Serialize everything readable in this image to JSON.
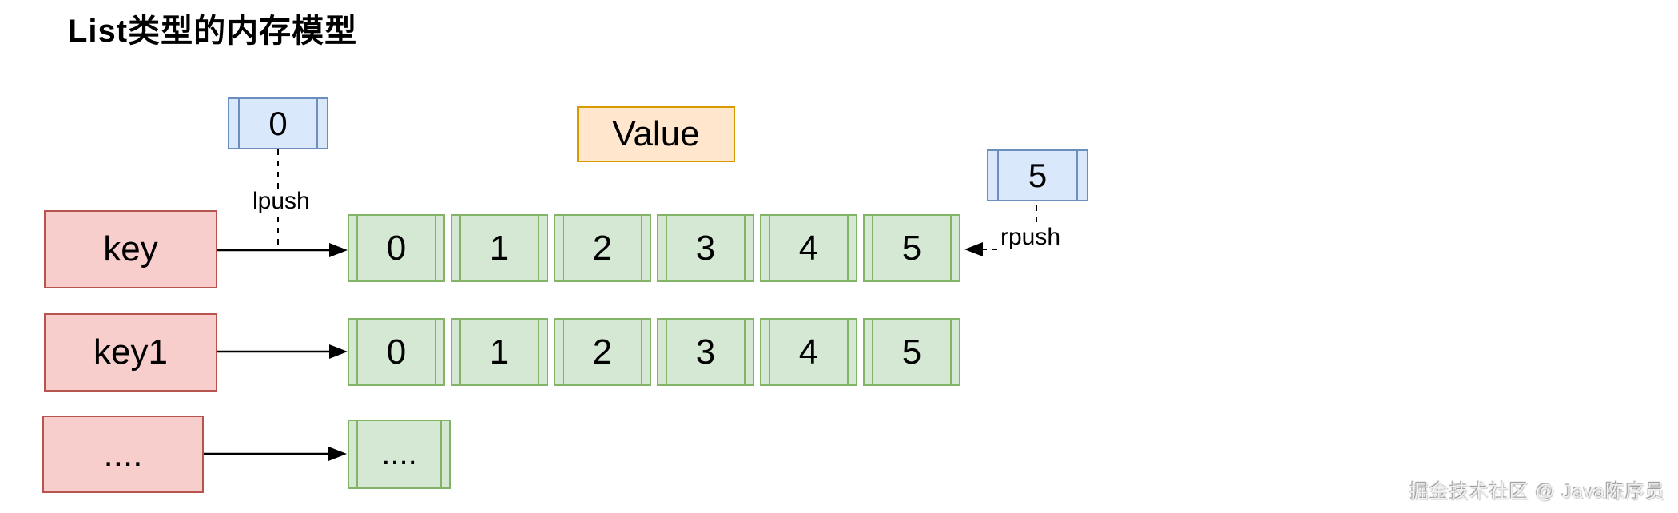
{
  "title": "List类型的内存模型",
  "legend": {
    "index_left": "0",
    "index_right": "5",
    "value_label": "Value",
    "lpush_label": "lpush",
    "rpush_label": "rpush"
  },
  "rows": [
    {
      "key": "key",
      "cells": [
        "0",
        "1",
        "2",
        "3",
        "4",
        "5"
      ]
    },
    {
      "key": "key1",
      "cells": [
        "0",
        "1",
        "2",
        "3",
        "4",
        "5"
      ]
    },
    {
      "key": "....",
      "cells": [
        "...."
      ]
    }
  ],
  "colors": {
    "blue_fill": "#dae8fc",
    "blue_border": "#6c8ebf",
    "green_fill": "#d5e8d4",
    "green_border": "#82b366",
    "orange_fill": "#ffe6cc",
    "orange_border": "#d79b00",
    "pink_fill": "#f8cecc",
    "pink_border": "#b85450",
    "line": "#000000"
  },
  "watermark": "掘金技术社区 @ Java陈序员"
}
